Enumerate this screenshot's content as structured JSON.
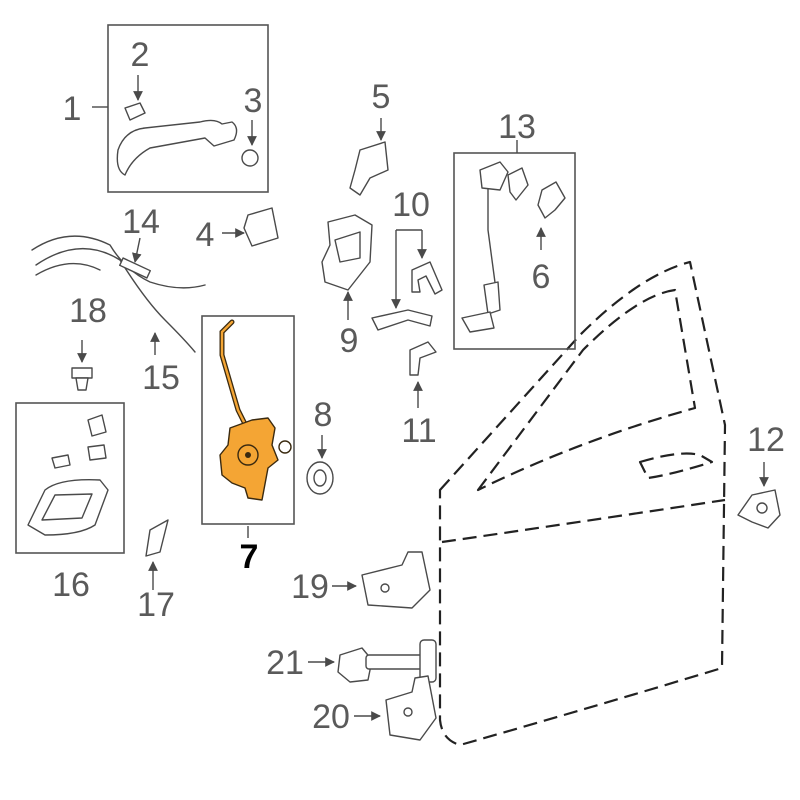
{
  "callouts": {
    "c1": "1",
    "c2": "2",
    "c3": "3",
    "c4": "4",
    "c5": "5",
    "c6": "6",
    "c7": "7",
    "c8": "8",
    "c9": "9",
    "c10": "10",
    "c11": "11",
    "c12": "12",
    "c13": "13",
    "c14": "14",
    "c15": "15",
    "c16": "16",
    "c17": "17",
    "c18": "18",
    "c19": "19",
    "c20": "20",
    "c21": "21"
  },
  "highlighted_part": "7",
  "colors": {
    "highlight": "#f4a534",
    "line": "#4a4a4a",
    "label": "#5a5a5a"
  }
}
